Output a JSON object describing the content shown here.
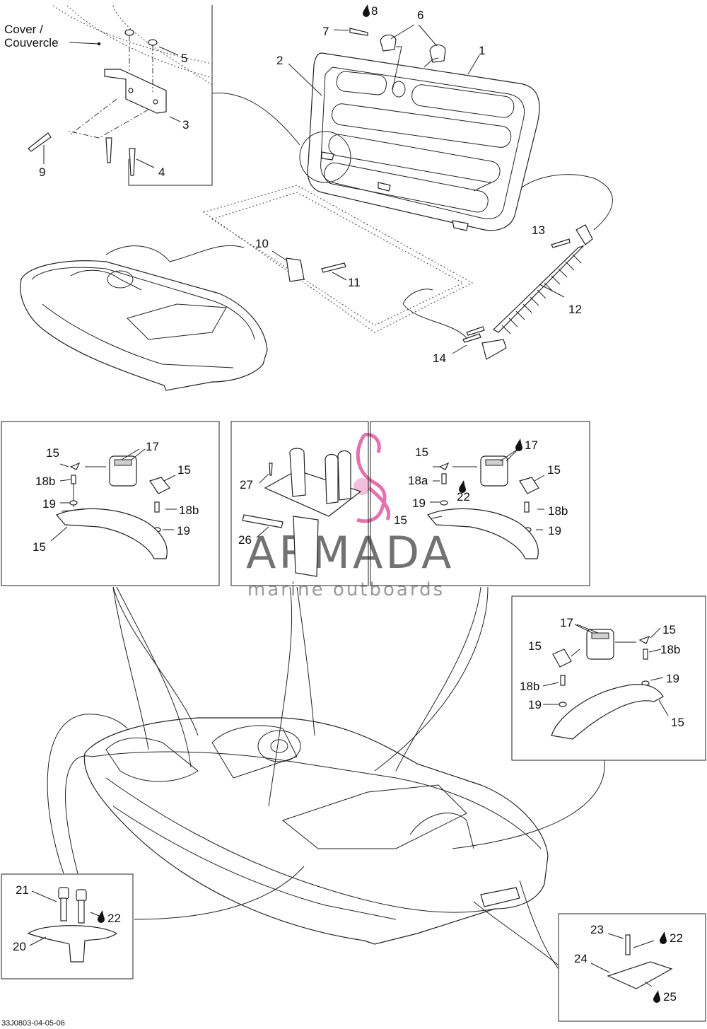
{
  "diagram": {
    "reference": "33J0803-04-05-06",
    "cover_label": [
      "Cover /",
      "Couvercle"
    ],
    "watermark": {
      "brand": "ARMADA",
      "tagline": "marine outboards",
      "brand_color": "#e05aa0"
    },
    "callouts": [
      {
        "id": "c-1",
        "text": "1"
      },
      {
        "id": "c-2",
        "text": "2"
      },
      {
        "id": "c-3",
        "text": "3"
      },
      {
        "id": "c-4",
        "text": "4"
      },
      {
        "id": "c-5",
        "text": "5"
      },
      {
        "id": "c-6",
        "text": "6"
      },
      {
        "id": "c-7",
        "text": "7"
      },
      {
        "id": "c-8",
        "text": "8",
        "drop": true
      },
      {
        "id": "c-9",
        "text": "9"
      },
      {
        "id": "c-10",
        "text": "10"
      },
      {
        "id": "c-11",
        "text": "11"
      },
      {
        "id": "c-12",
        "text": "12"
      },
      {
        "id": "c-13",
        "text": "13"
      },
      {
        "id": "c-14",
        "text": "14"
      },
      {
        "id": "c-L15a",
        "text": "15"
      },
      {
        "id": "c-L17",
        "text": "17"
      },
      {
        "id": "c-L15b",
        "text": "15"
      },
      {
        "id": "c-L18b-a",
        "text": "18b"
      },
      {
        "id": "c-L19a",
        "text": "19"
      },
      {
        "id": "c-L18b-b",
        "text": "18b"
      },
      {
        "id": "c-L19b",
        "text": "19"
      },
      {
        "id": "c-L15c",
        "text": "15"
      },
      {
        "id": "c-27",
        "text": "27"
      },
      {
        "id": "c-26",
        "text": "26"
      },
      {
        "id": "c-R15a",
        "text": "15"
      },
      {
        "id": "c-R17",
        "text": "17",
        "drop": true
      },
      {
        "id": "c-R15b",
        "text": "15"
      },
      {
        "id": "c-R18a",
        "text": "18a"
      },
      {
        "id": "c-R22",
        "text": "22",
        "drop": true
      },
      {
        "id": "c-R19a",
        "text": "19"
      },
      {
        "id": "c-R15c",
        "text": "15"
      },
      {
        "id": "c-R18b",
        "text": "18b"
      },
      {
        "id": "c-R19b",
        "text": "19"
      },
      {
        "id": "c-F17",
        "text": "17"
      },
      {
        "id": "c-F15a",
        "text": "15"
      },
      {
        "id": "c-F15b",
        "text": "15"
      },
      {
        "id": "c-F18b-a",
        "text": "18b"
      },
      {
        "id": "c-F19a",
        "text": "19"
      },
      {
        "id": "c-F18b-b",
        "text": "18b"
      },
      {
        "id": "c-F19b",
        "text": "19"
      },
      {
        "id": "c-F15c",
        "text": "15"
      },
      {
        "id": "c-21",
        "text": "21"
      },
      {
        "id": "c-22a",
        "text": "22",
        "drop": true
      },
      {
        "id": "c-20",
        "text": "20"
      },
      {
        "id": "c-23",
        "text": "23"
      },
      {
        "id": "c-22b",
        "text": "22",
        "drop": true
      },
      {
        "id": "c-24",
        "text": "24"
      },
      {
        "id": "c-25",
        "text": "25",
        "drop": true
      }
    ]
  }
}
